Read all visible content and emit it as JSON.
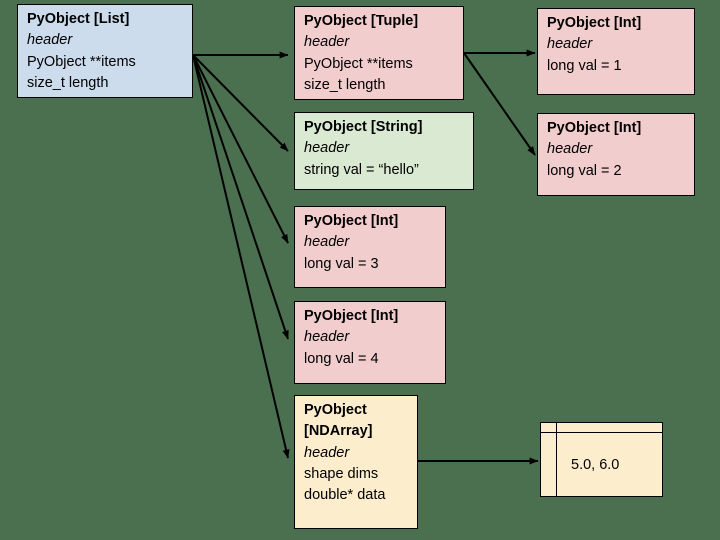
{
  "diagram": {
    "background_color": "#4a7050",
    "nodes": [
      {
        "id": "list",
        "title": "PyObject [List]",
        "header": "header",
        "fields": [
          "PyObject **items",
          "size_t length"
        ],
        "color": "#ccdcec"
      },
      {
        "id": "tuple",
        "title": "PyObject [Tuple]",
        "header": "header",
        "fields": [
          "PyObject **items",
          "size_t length"
        ],
        "color": "#f1cdcd"
      },
      {
        "id": "string",
        "title": "PyObject [String]",
        "header": "header",
        "fields": [
          "string val = “hello”"
        ],
        "color": "#d9e9d2"
      },
      {
        "id": "int3",
        "title": "PyObject [Int]",
        "header": "header",
        "fields": [
          "long val = 3"
        ],
        "color": "#f1cdcd"
      },
      {
        "id": "int4",
        "title": "PyObject [Int]",
        "header": "header",
        "fields": [
          "long val = 4"
        ],
        "color": "#f1cdcd"
      },
      {
        "id": "ndarray",
        "title": "PyObject\n[NDArray]",
        "header": "header",
        "fields": [
          "shape dims",
          "double* data"
        ],
        "color": "#fceecd"
      },
      {
        "id": "int1",
        "title": "PyObject [Int]",
        "header": "header",
        "fields": [
          "long val = 1"
        ],
        "color": "#f1cdcd"
      },
      {
        "id": "int2",
        "title": "PyObject [Int]",
        "header": "header",
        "fields": [
          "long val = 2"
        ],
        "color": "#f1cdcd"
      }
    ],
    "buffer": {
      "id": "data-buffer",
      "value": "5.0, 6.0",
      "color": "#fceecd"
    },
    "edge_color": "#000000"
  }
}
